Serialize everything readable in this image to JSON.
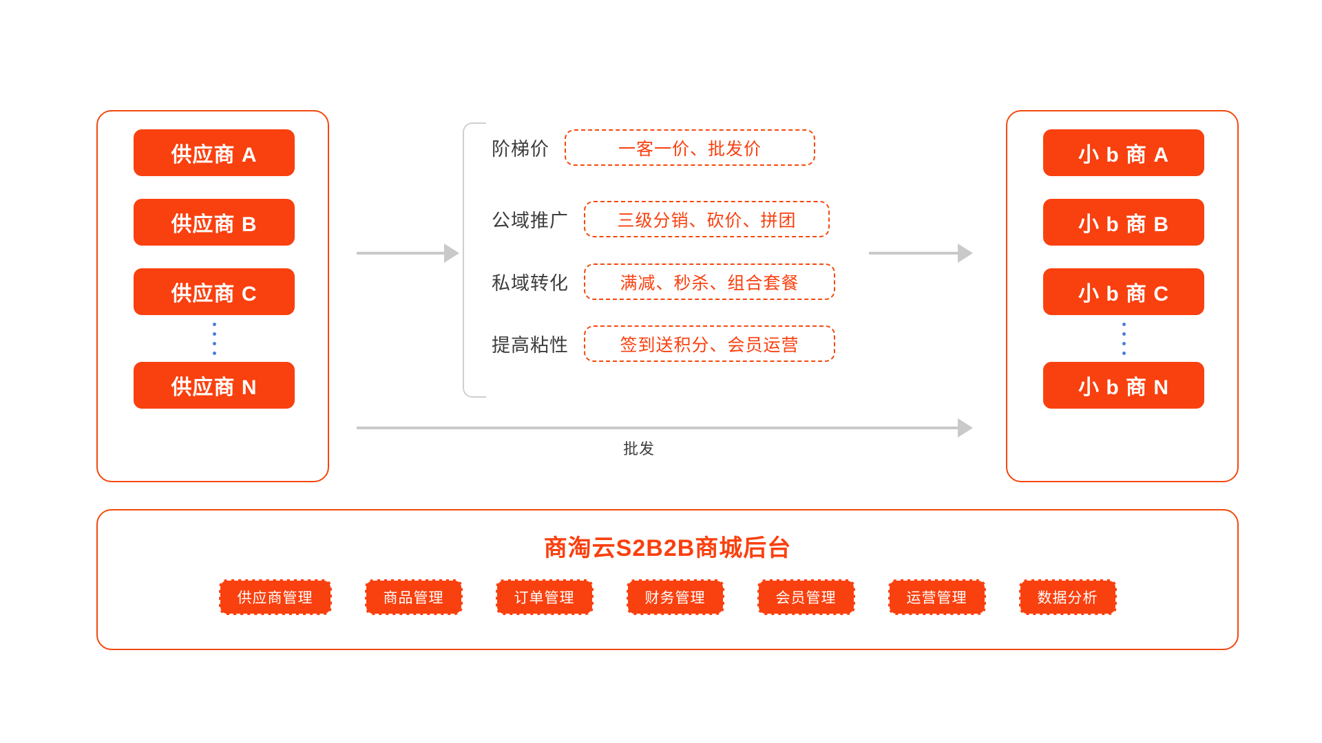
{
  "colors": {
    "brand_orange": "#F9400F",
    "panel_border": "#F4470B",
    "arrow_grey": "#C9C9C9",
    "bracket_grey": "#CFCFCF",
    "dot_blue": "#4A7DDB",
    "label_dark": "#3D3D3D",
    "background": "#FFFFFF"
  },
  "suppliers_panel": {
    "name": "suppliers",
    "items": [
      {
        "label": "供应商 A"
      },
      {
        "label": "供应商 B"
      },
      {
        "label": "供应商 C"
      },
      {
        "label": "供应商 N"
      }
    ],
    "ellipsis": "⋮"
  },
  "buyers_panel": {
    "name": "small-b-merchants",
    "items": [
      {
        "label": "小 b 商 A"
      },
      {
        "label": "小 b 商 B"
      },
      {
        "label": "小 b 商 C"
      },
      {
        "label": "小 b 商 N"
      }
    ],
    "ellipsis": "⋮"
  },
  "middle": {
    "features": [
      {
        "label": "阶梯价",
        "tags": "一客一价、批发价"
      },
      {
        "label": "公域推广",
        "tags": "三级分销、砍价、拼团"
      },
      {
        "label": "私域转化",
        "tags": "满减、秒杀、组合套餐"
      },
      {
        "label": "提高粘性",
        "tags": "签到送积分、会员运营"
      }
    ]
  },
  "arrows": {
    "left": {
      "name": "arrow-suppliers-to-features"
    },
    "right": {
      "name": "arrow-features-to-buyers"
    },
    "bottom": {
      "name": "arrow-wholesale",
      "label": "批发"
    }
  },
  "backend": {
    "title": "商淘云S2B2B商城后台",
    "modules": [
      {
        "label": "供应商管理"
      },
      {
        "label": "商品管理"
      },
      {
        "label": "订单管理"
      },
      {
        "label": "财务管理"
      },
      {
        "label": "会员管理"
      },
      {
        "label": "运营管理"
      },
      {
        "label": "数据分析"
      }
    ]
  }
}
